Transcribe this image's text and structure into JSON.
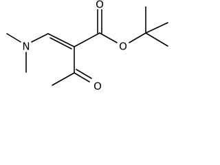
{
  "structure": {
    "atoms": {
      "nitrogen": "N",
      "ester_carbonyl_oxygen": "O",
      "ester_oxygen": "O",
      "ketone_oxygen": "O"
    },
    "colors": {
      "bond": "#000000",
      "label": "#000000",
      "background": "#ffffff"
    }
  }
}
